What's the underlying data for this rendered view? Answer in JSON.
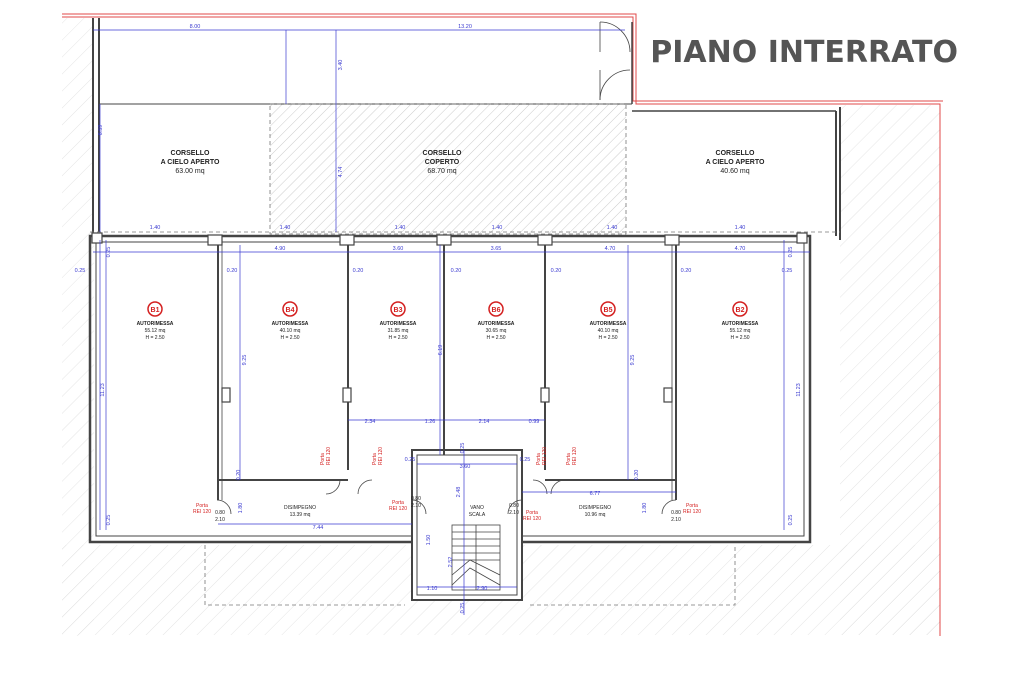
{
  "title": "PIANO INTERRATO",
  "colors": {
    "wall": "#444444",
    "dimension": "#3a3ad0",
    "accent_red": "#d42020",
    "hatch": "#c8c8c8",
    "boundary": "#e04848"
  },
  "corridors": {
    "left": {
      "line1": "CORSELLO",
      "line2": "A CIELO APERTO",
      "area": "63.00 mq"
    },
    "center": {
      "line1": "CORSELLO",
      "line2": "COPERTO",
      "area": "68.70 mq"
    },
    "right": {
      "line1": "CORSELLO",
      "line2": "A CIELO APERTO",
      "area": "40.60 mq"
    }
  },
  "garages": [
    {
      "code": "B1",
      "label": "AUTORIMESSA",
      "area": "55.12 mq",
      "height": "H = 2.50"
    },
    {
      "code": "B4",
      "label": "AUTORIMESSA",
      "area": "40.10 mq",
      "height": "H = 2.50"
    },
    {
      "code": "B3",
      "label": "AUTORIMESSA",
      "area": "31.85 mq",
      "height": "H = 2.50"
    },
    {
      "code": "B6",
      "label": "AUTORIMESSA",
      "area": "30.65 mq",
      "height": "H = 2.50"
    },
    {
      "code": "B5",
      "label": "AUTORIMESSA",
      "area": "40.10 mq",
      "height": "H = 2.50"
    },
    {
      "code": "B2",
      "label": "AUTORIMESSA",
      "area": "55.12 mq",
      "height": "H = 2.50"
    }
  ],
  "lobbies": {
    "left": {
      "label": "DISIMPEGNO",
      "area": "13.39 mq"
    },
    "right": {
      "label": "DISIMPEGNO",
      "area": "10.96 mq"
    },
    "stair": {
      "line1": "VANO",
      "line2": "SCALA"
    }
  },
  "doors": {
    "label": "Porta",
    "rating": "REI 120",
    "size_w": "0.80",
    "size_h": "2.10"
  },
  "dimensions": {
    "top_a": "8.00",
    "top_b": "13.20",
    "vert_a": "3.40",
    "vert_b": "6.59",
    "vert_c": "4.74",
    "span_1": "4.90",
    "span_2": "3.60",
    "span_3": "3.65",
    "span_4": "4.70",
    "span_5": "4.70",
    "wall_t": "0.20",
    "wall_e": "0.25",
    "h_925": "9.25",
    "h_1123": "11.23",
    "h_619": "6.19",
    "d_234": "2.34",
    "d_126": "1.26",
    "d_214": "2.14",
    "d_099": "0.99",
    "d_744": "7.44",
    "d_677": "6.77",
    "d_110": "1.10",
    "d_290": "2.90",
    "d_248": "2.48",
    "d_360": "3.60",
    "d_252": "2.52",
    "d_140": "1.40",
    "d_180": "1.80",
    "d_150": "1.50"
  }
}
